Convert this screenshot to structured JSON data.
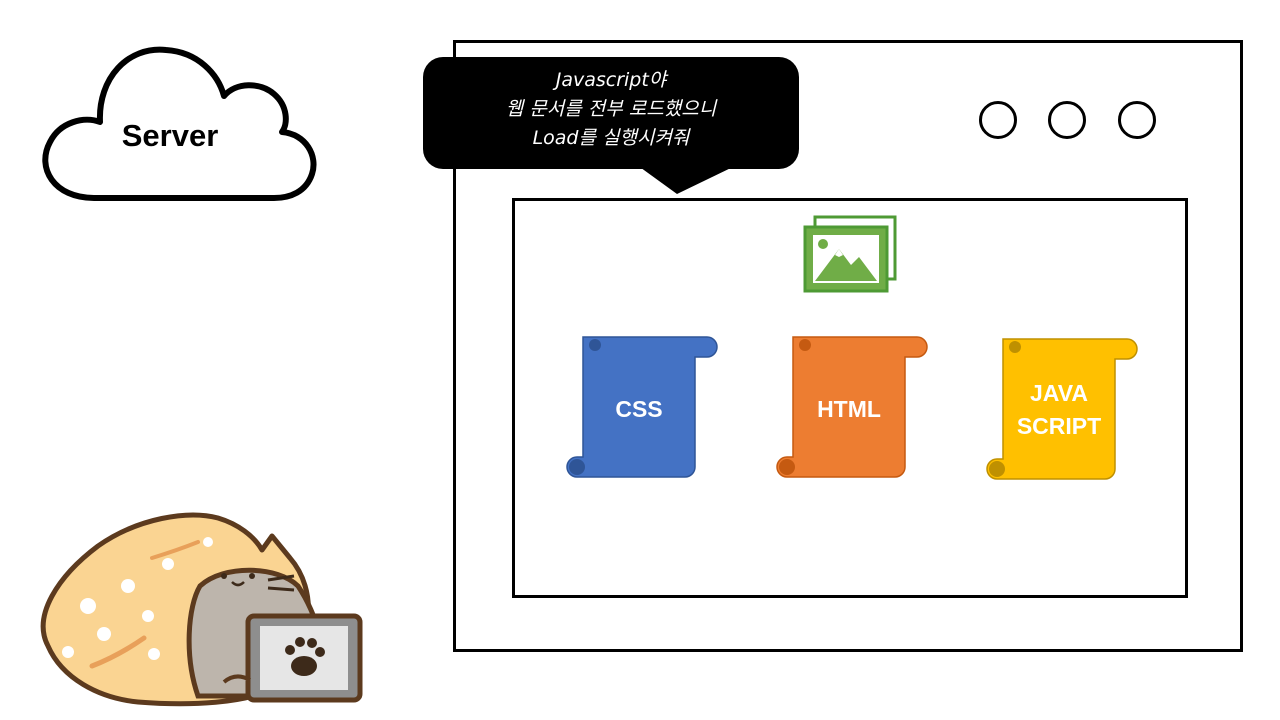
{
  "server": {
    "label": "Server"
  },
  "bubble": {
    "lines": [
      "Javascript야",
      "웹 문서를 전부 로드했으니",
      "Load를 실행시켜줘"
    ]
  },
  "browser": {
    "window_buttons": 3
  },
  "files": {
    "css": {
      "label_lines": [
        "CSS"
      ],
      "color": "#4472C4"
    },
    "html": {
      "label_lines": [
        "HTML"
      ],
      "color": "#ED7D31"
    },
    "js": {
      "label_lines": [
        "JAVA",
        "SCRIPT"
      ],
      "color": "#FFC000"
    }
  },
  "colors": {
    "image_icon": "#70AD47"
  },
  "icons": [
    "cloud-icon",
    "image-icon",
    "scroll-icon",
    "paw-icon",
    "cat-illustration"
  ]
}
